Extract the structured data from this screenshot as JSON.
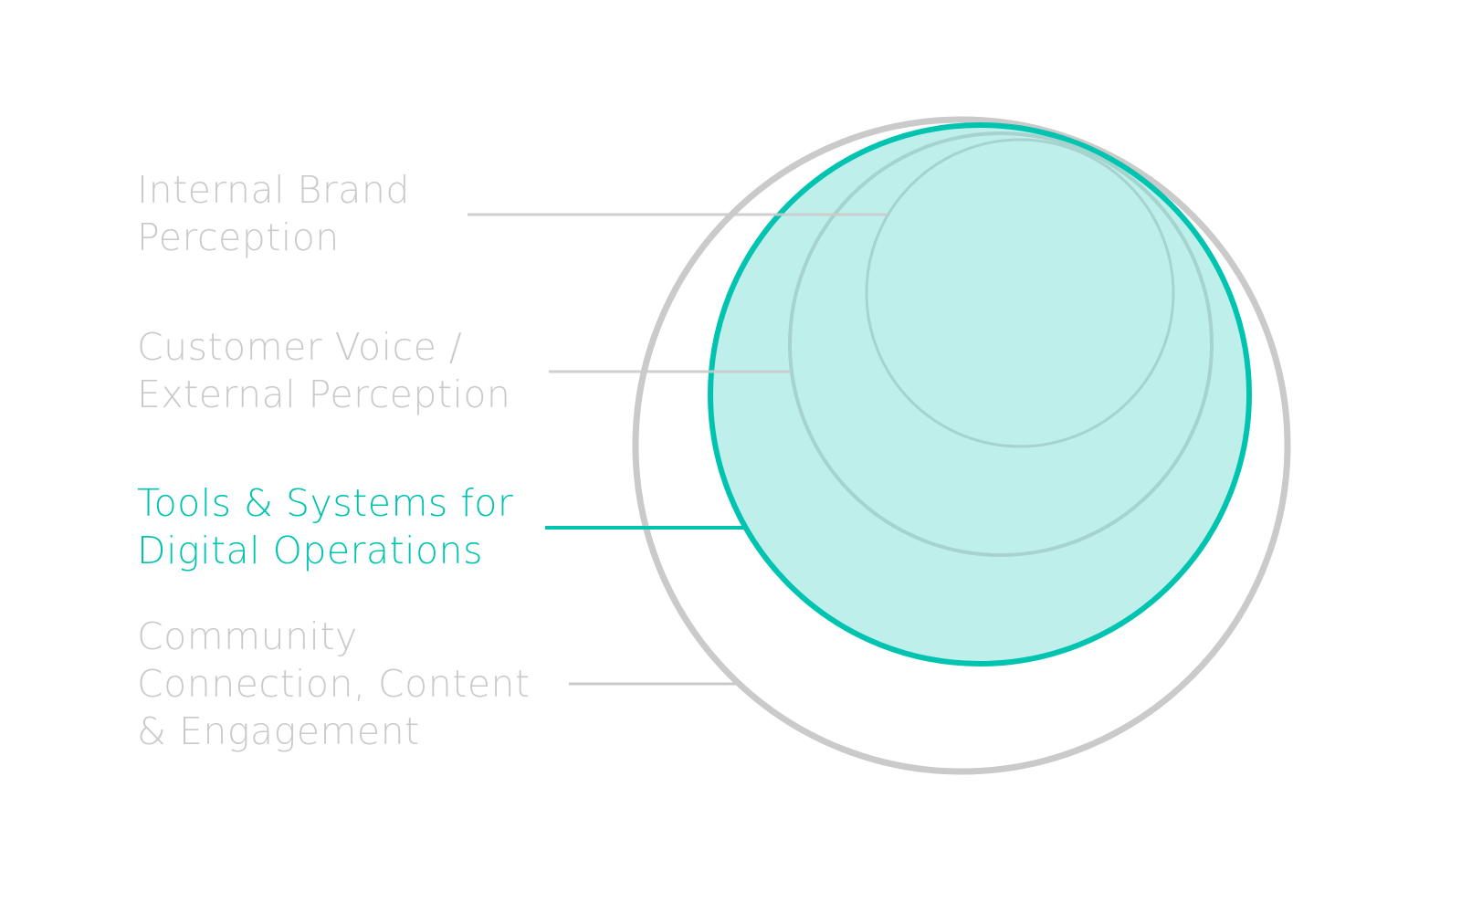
{
  "colors": {
    "accent": "#00c4b0",
    "muted": "#cacaca",
    "fill": "#bfefea",
    "inner_stroke": "#a6d3cd"
  },
  "layers": [
    {
      "id": "internal",
      "lines": [
        "Internal Brand",
        "Perception"
      ],
      "active": false
    },
    {
      "id": "customer",
      "lines": [
        "Customer Voice /",
        "External Perception"
      ],
      "active": false
    },
    {
      "id": "tools",
      "lines": [
        "Tools & Systems for",
        "Digital Operations"
      ],
      "active": true
    },
    {
      "id": "community",
      "lines": [
        "Community",
        "Connection, Content",
        "& Engagement"
      ],
      "active": false
    }
  ]
}
